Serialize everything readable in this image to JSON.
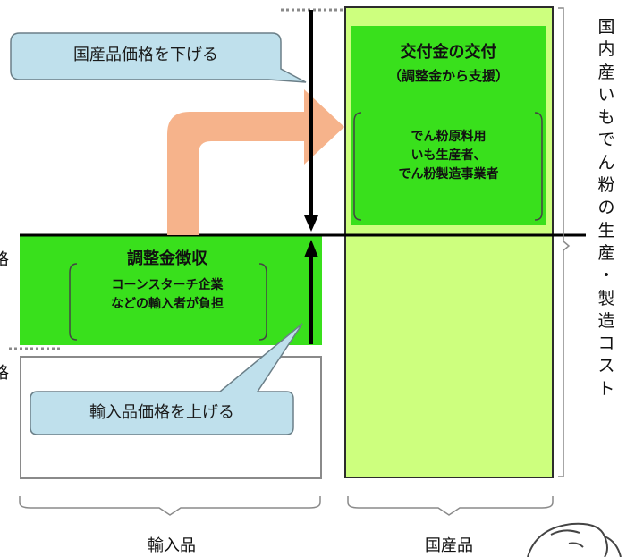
{
  "callouts": {
    "lower_domestic_price": "国産品価格を下げる",
    "raise_import_price": "輸入品価格を上げる"
  },
  "grant": {
    "title": "交付金の交付",
    "subtitle": "（調整金から支援）",
    "recipients": [
      "でん粉原料用",
      "いも生産者、",
      "でん粉製造事業者"
    ]
  },
  "levy": {
    "title": "調整金徴収",
    "payers": [
      "コーンスターチ企業",
      "などの輸入者が負担"
    ]
  },
  "edge_labels": [
    "格",
    "格"
  ],
  "bottom_labels": {
    "import": "輸入品",
    "domestic": "国産品"
  },
  "vertical_label": [
    "国",
    "内",
    "産",
    "い",
    "も",
    "で",
    "ん",
    "粉",
    "の",
    "生",
    "産",
    "・",
    "製",
    "造",
    "コ",
    "ス",
    "ト"
  ],
  "colors": {
    "bright_green": "#39e01c",
    "light_green": "#cdff7e",
    "callout_blue": "#bfe0ec",
    "flow_arrow": "#f6b38b"
  },
  "icons": {
    "flow": "curved-arrow-right-icon",
    "down": "arrow-down-icon",
    "up": "arrow-up-icon"
  }
}
